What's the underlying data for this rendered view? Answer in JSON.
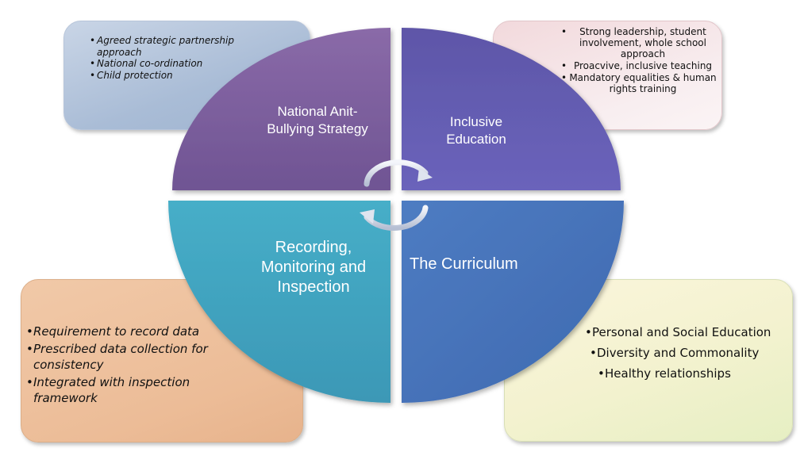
{
  "quadrants": {
    "top_left": "National Anit-Bullying Strategy",
    "top_right": "Inclusive Education",
    "bottom_left": "Recording, Monitoring and Inspection",
    "bottom_right": "The Curriculum"
  },
  "boxes": {
    "top_left": [
      "Agreed strategic partnership approach",
      "National co-ordination",
      "Child protection"
    ],
    "top_right": [
      "Strong leadership, student involvement, whole school approach",
      "Proacvive, inclusive teaching",
      "Mandatory equalities & human rights training"
    ],
    "bottom_left": [
      "Requirement to record data",
      "Prescribed data collection for consistency",
      "Integrated with inspection framework"
    ],
    "bottom_right": [
      "Personal and Social Education",
      "Diversity and Commonality",
      "Healthy relationships"
    ]
  },
  "colors": {
    "top_left_quadrant": "#7e5f9c",
    "top_right_quadrant": "#5a56aa",
    "bottom_left_quadrant": "#3fa3bf",
    "bottom_right_quadrant": "#4a7cc0"
  }
}
